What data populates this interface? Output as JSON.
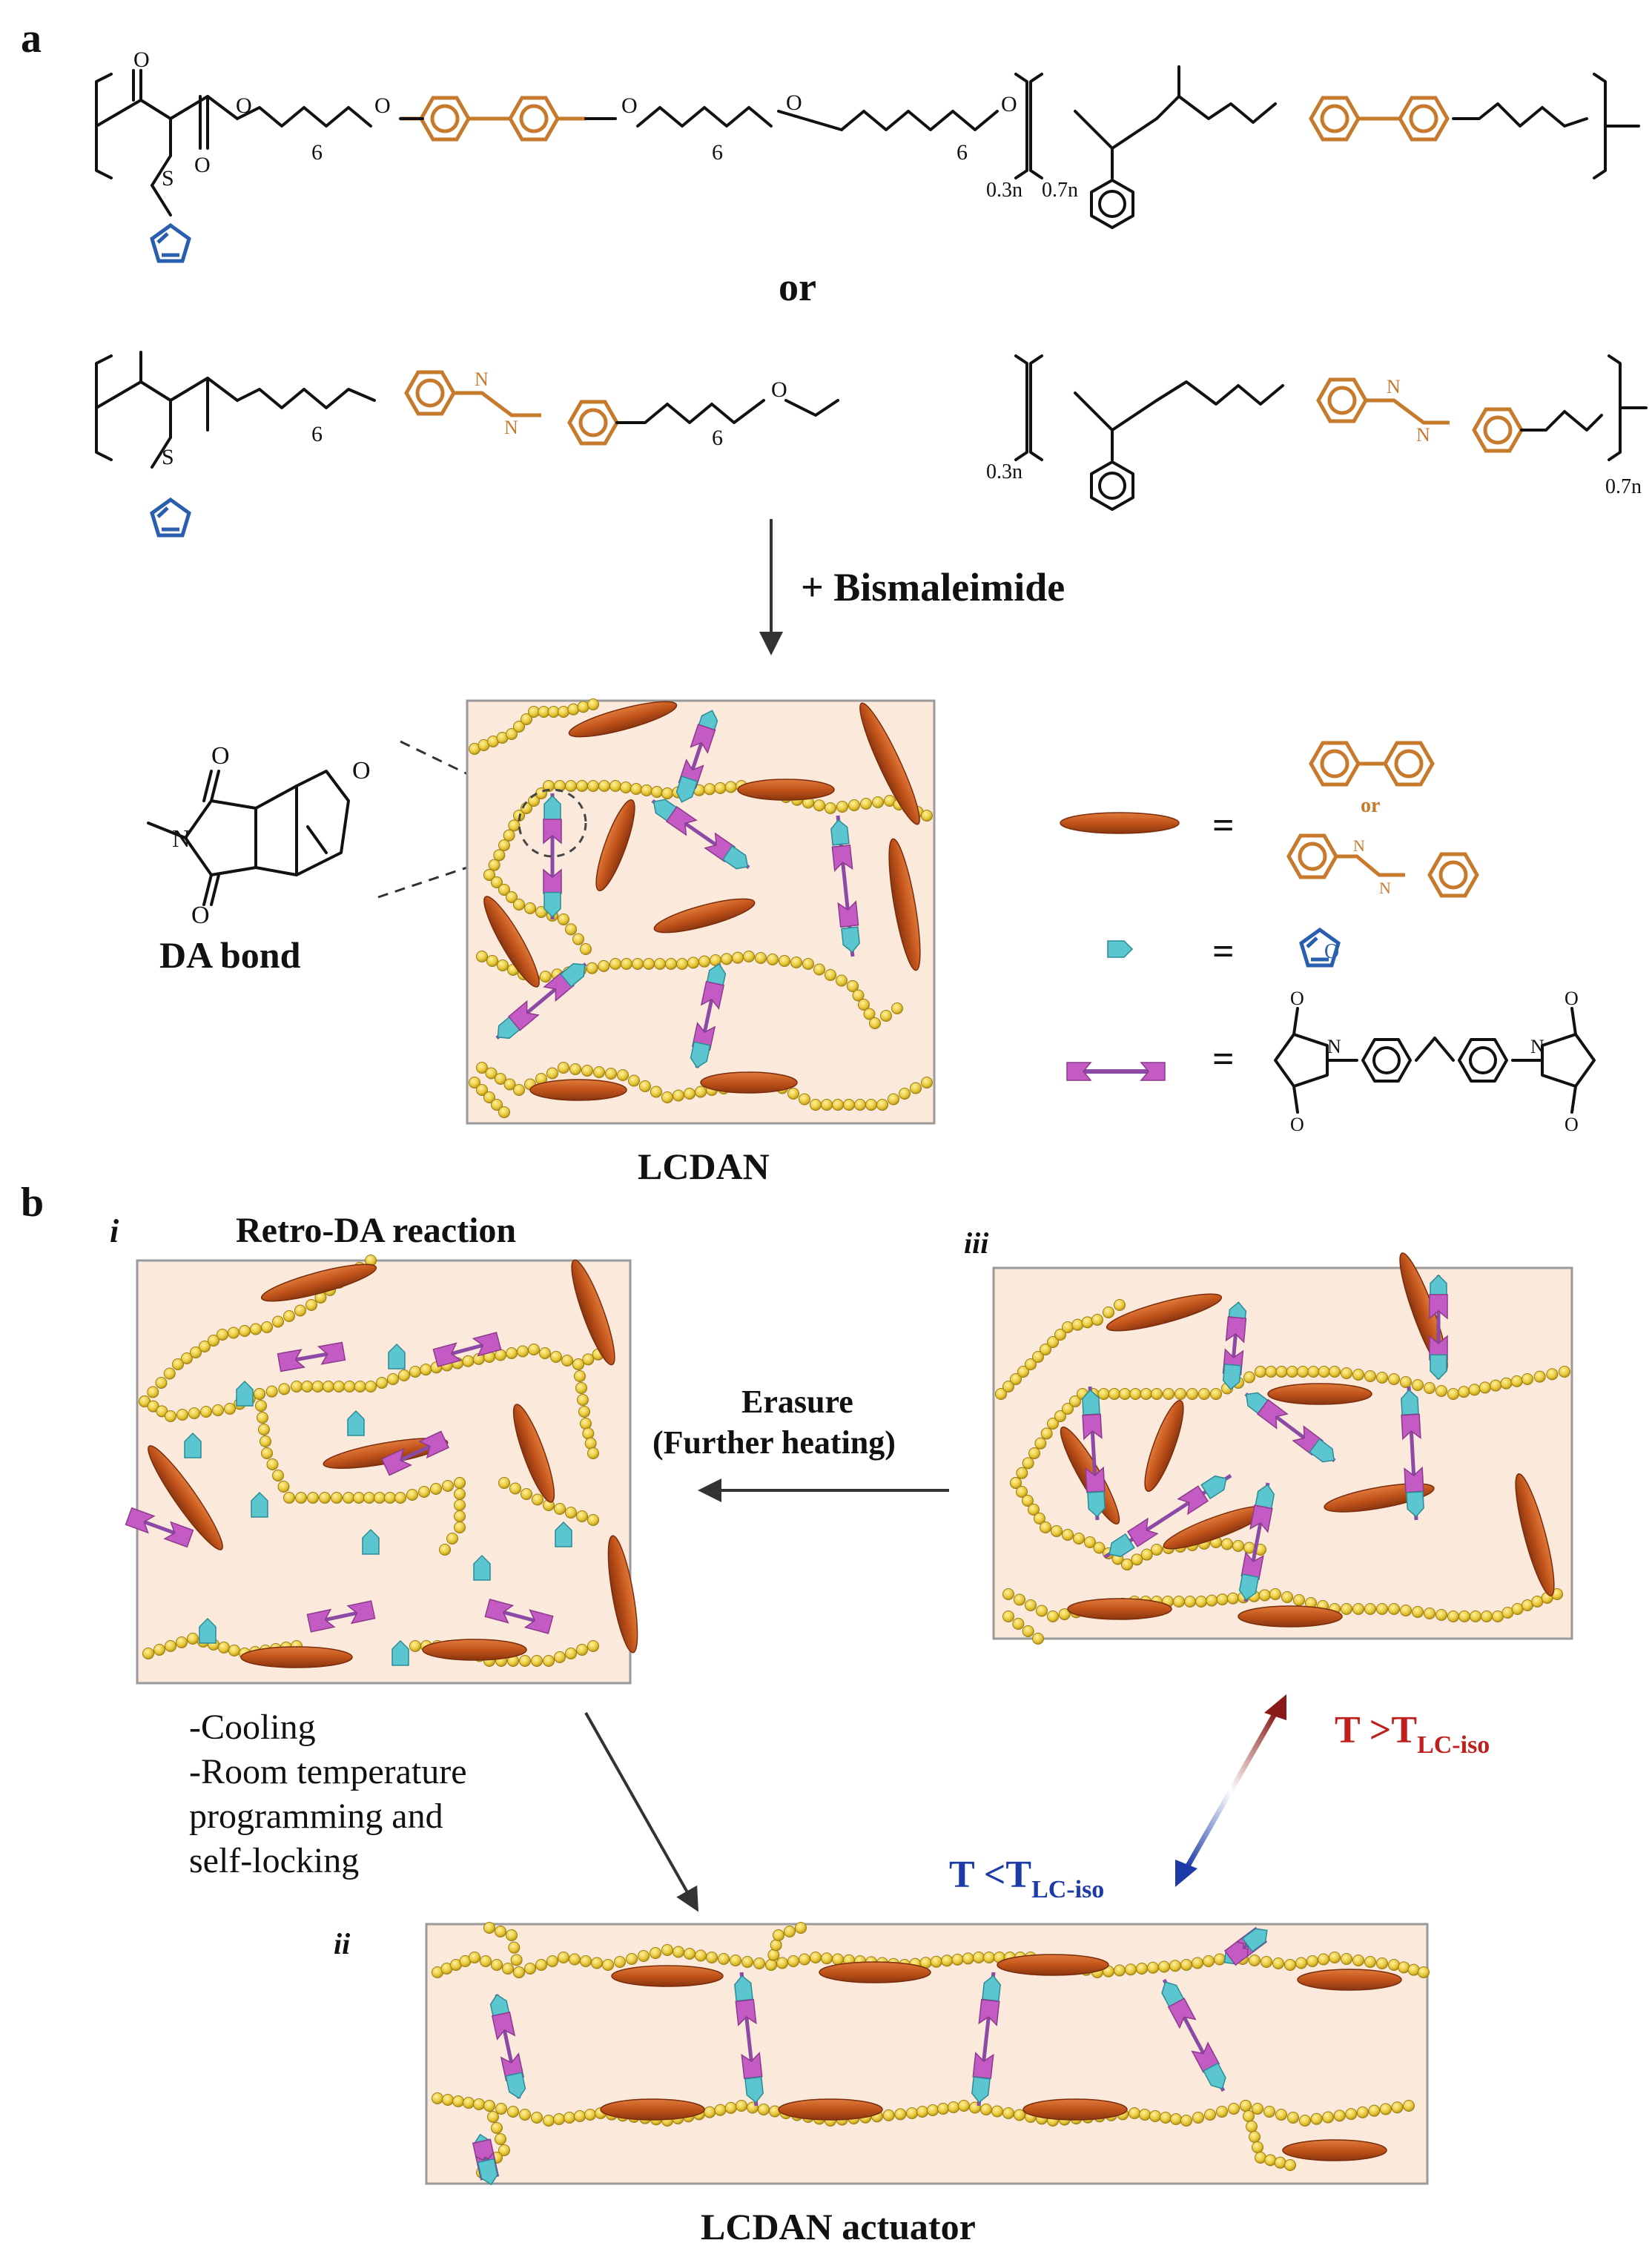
{
  "panel_labels": {
    "a": "a",
    "b": "b"
  },
  "polymer": {
    "or_label": "or",
    "subscript_first": "0.3n",
    "subscript_second": "0.7n",
    "repeat_six": "6",
    "atom_O": "O",
    "atom_S": "S",
    "azo_N": "N"
  },
  "reaction": {
    "reagent_label": "+ Bismaleimide"
  },
  "da_bond": {
    "label": "DA bond",
    "atom_N": "N",
    "atom_O": "O"
  },
  "network_label": "LCDAN",
  "legend": {
    "or_label": "or",
    "equals": "="
  },
  "panel_b": {
    "stage_i_label": "i",
    "stage_i_title": "Retro-DA reaction",
    "stage_ii_label": "ii",
    "stage_iii_label": "iii",
    "erasure_line1": "Erasure",
    "erasure_line2": "(Further heating)",
    "cooling_lines": [
      "-Cooling",
      "-Room temperature",
      "programming and",
      "self-locking"
    ],
    "hot_T": "T >T",
    "hot_sub": "LC-iso",
    "cold_T": "T <T",
    "cold_sub": "LC-iso",
    "actuator_label": "LCDAN actuator"
  },
  "colors": {
    "mesogen": "#c1531a",
    "furan": "#5bc6d0",
    "maleimide": "#c45bc4",
    "bead": "#e9c83a",
    "panel_fill": "#fbe9dc",
    "ring_orange": "#c77a2c",
    "ring_blue": "#2a5fb0",
    "hot_text": "#c0201d",
    "cold_text": "#1c3aa8"
  }
}
